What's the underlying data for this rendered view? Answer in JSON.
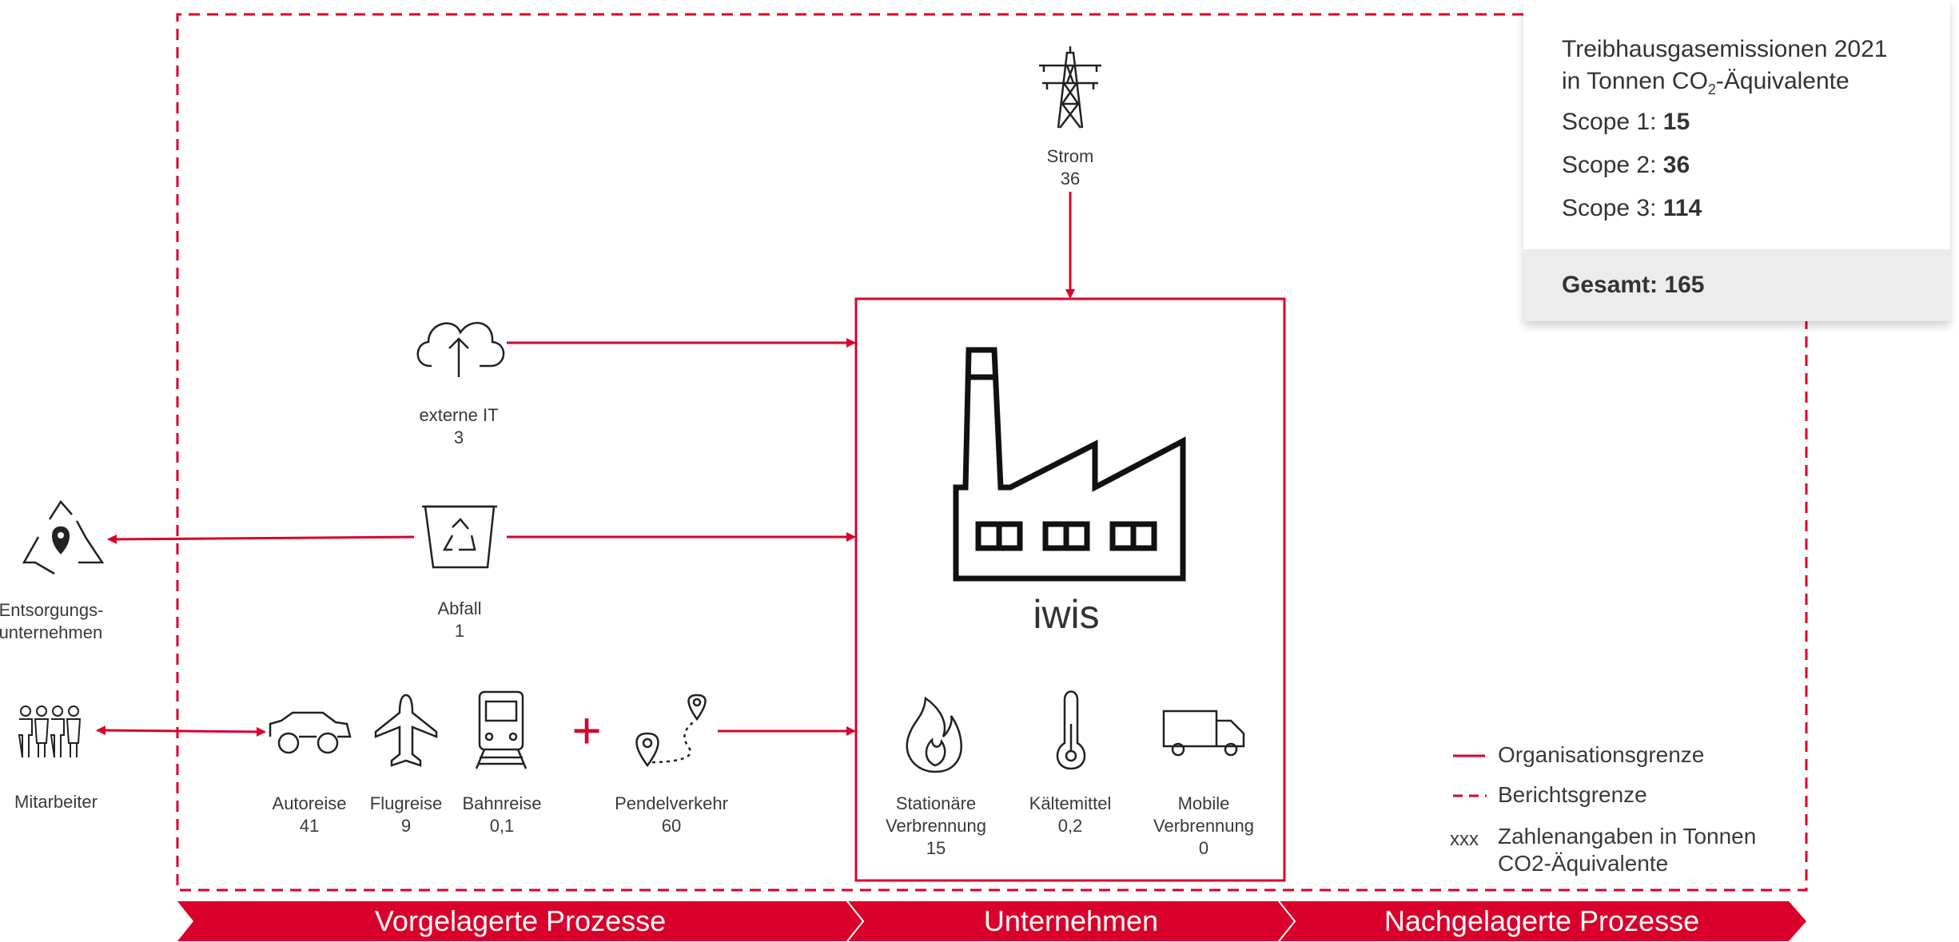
{
  "colors": {
    "red": "#D9002B",
    "grey_text": "#333333",
    "band": "#D9002B"
  },
  "nodes": {
    "strom": {
      "label": "Strom",
      "value": "36",
      "icon": "power-pylon-icon"
    },
    "externe_it": {
      "label": "externe IT",
      "value": "3",
      "icon": "cloud-upload-icon"
    },
    "abfall": {
      "label": "Abfall",
      "value": "1",
      "icon": "recycling-bin-icon"
    },
    "entsorgung": {
      "label_line1": "Entsorgungs-",
      "label_line2": "unternehmen",
      "icon": "recycle-location-icon"
    },
    "mitarbeiter": {
      "label": "Mitarbeiter",
      "icon": "people-group-icon"
    },
    "autoreise": {
      "label": "Autoreise",
      "value": "41",
      "icon": "car-icon"
    },
    "flugreise": {
      "label": "Flugreise",
      "value": "9",
      "icon": "airplane-icon"
    },
    "bahnreise": {
      "label": "Bahnreise",
      "value": "0,1",
      "icon": "train-icon"
    },
    "plus": "+",
    "pendelverkehr": {
      "label": "Pendelverkehr",
      "value": "60",
      "icon": "route-pins-icon"
    },
    "stationaer": {
      "label_line1": "Stationäre",
      "label_line2": "Verbrennung",
      "value": "15",
      "icon": "flame-icon"
    },
    "kaeltemittel": {
      "label": "Kältemittel",
      "value": "0,2",
      "icon": "thermometer-icon"
    },
    "mobile": {
      "label_line1": "Mobile",
      "label_line2": "Verbrennung",
      "value": "0",
      "icon": "truck-icon"
    }
  },
  "company": {
    "name": "iwis",
    "icon": "factory-icon"
  },
  "summary": {
    "title_line1": "Treibhausgasemissionen 2021",
    "title_line2_prefix": "in Tonnen CO",
    "title_line2_sub": "2",
    "title_line2_suffix": "-Äquivalente",
    "scope1_label": "Scope 1: ",
    "scope1_value": "15",
    "scope2_label": "Scope 2: ",
    "scope2_value": "36",
    "scope3_label": "Scope 3: ",
    "scope3_value": "114",
    "total": "Gesamt: 165"
  },
  "legend": {
    "organisationsgrenze": "Organisationsgrenze",
    "berichtsgrenze": "Berichtsgrenze",
    "xxx": "xxx",
    "zahlen_line1": "Zahlenangaben in Tonnen",
    "zahlen_line2": "CO2-Äquivalente"
  },
  "bands": {
    "vorgelagert": "Vorgelagerte Prozesse",
    "unternehmen": "Unternehmen",
    "nachgelagert": "Nachgelagerte Prozesse"
  }
}
